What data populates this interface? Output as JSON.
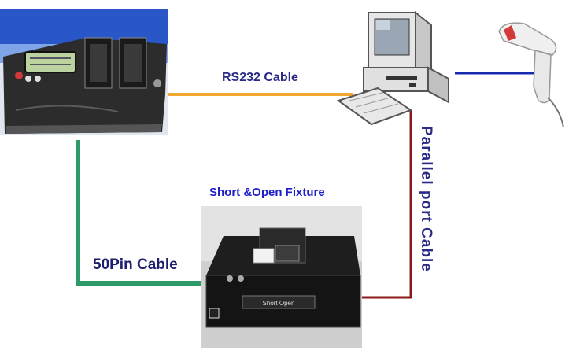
{
  "labels": {
    "rs232_cable": "RS232 Cable",
    "pin50_cable": "50Pin Cable",
    "fixture_title": "Short &Open Fixture",
    "parallel_cable": "Parallel port Cable",
    "fixture_front": "Short  Open"
  },
  "colors": {
    "rs232_line": "#f0a830",
    "pin50_line": "#2e9a6a",
    "parallel_line": "#8b1a1a",
    "scanner_line": "#1a2ab0",
    "label_text": "#2b2b86",
    "fixture_title_text": "#1e1ec8"
  },
  "icons": [
    "programmer-device-icon",
    "computer-icon",
    "barcode-scanner-icon",
    "fixture-photo-icon"
  ]
}
